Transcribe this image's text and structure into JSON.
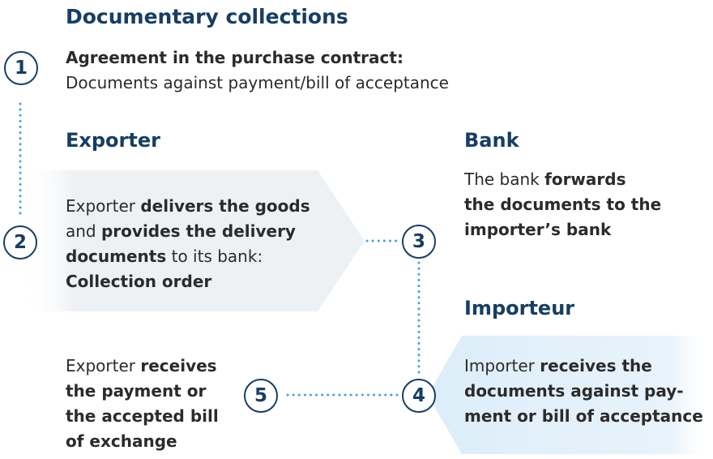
{
  "title": "Documentary collections",
  "step1": {
    "number": "1",
    "label": "Agreement in the purchase contract:",
    "text": "Documents against payment/bill of acceptance"
  },
  "exporter": {
    "heading": "Exporter",
    "step2": {
      "number": "2",
      "t1": "Exporter ",
      "b1": "delivers the goods",
      "t2": "and ",
      "b2": "provides the delivery",
      "b3": "documents",
      "t3": " to its bank:",
      "b4": "Collection order"
    }
  },
  "bank": {
    "heading": "Bank",
    "step3": {
      "number": "3",
      "t1": "The bank ",
      "b1": "forwards",
      "b2": "the documents to the",
      "b3": "importer’s bank"
    }
  },
  "importer": {
    "heading": "Importeur",
    "step4": {
      "number": "4",
      "t1": "Importer ",
      "b1": "receives the",
      "b2": "documents against pay-",
      "b3": "ment or bill of acceptance"
    }
  },
  "step5": {
    "number": "5",
    "t1": "Exporter ",
    "b1": "receives",
    "b2": "the payment or",
    "b3": "the accepted bill",
    "b4": "of exchange"
  },
  "colors": {
    "navy": "#173e63",
    "dots": "#4aa3d6",
    "panel_grey": "#eef1f4",
    "panel_blue": "#e4f1fa"
  }
}
